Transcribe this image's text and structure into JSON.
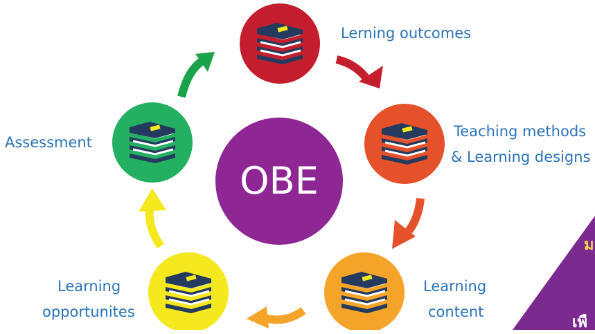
{
  "center": {
    "label": "OBE",
    "color": "#8e2694"
  },
  "nodes": [
    {
      "id": "learning-outcomes",
      "lines": [
        "Lerning outcomes"
      ],
      "color": "#c41e2e"
    },
    {
      "id": "teaching-methods",
      "lines": [
        "Teaching methods",
        "& Learning designs"
      ],
      "color": "#e5512a"
    },
    {
      "id": "learning-content",
      "lines": [
        "Learning",
        "content"
      ],
      "color": "#f4a428"
    },
    {
      "id": "learning-opportunities",
      "lines": [
        "Learning",
        "opportunites"
      ],
      "color": "#f4e81f"
    },
    {
      "id": "assessment",
      "lines": [
        "Assessment"
      ],
      "color": "#23b063"
    }
  ],
  "arrows": [
    {
      "from": "assessment",
      "to": "learning-outcomes",
      "color": "#1aa34a"
    },
    {
      "from": "learning-outcomes",
      "to": "teaching-methods",
      "color": "#c41e2e"
    },
    {
      "from": "teaching-methods",
      "to": "learning-content",
      "color": "#e5512a"
    },
    {
      "from": "learning-content",
      "to": "learning-opportunities",
      "color": "#f4a428"
    },
    {
      "from": "learning-opportunities",
      "to": "assessment",
      "color": "#f4e81f"
    }
  ],
  "icon": "book-stack-icon",
  "book_color": "#243a5e",
  "corner_panel": {
    "color": "#7b2b90",
    "line1": "ม",
    "line2": "เพื"
  }
}
